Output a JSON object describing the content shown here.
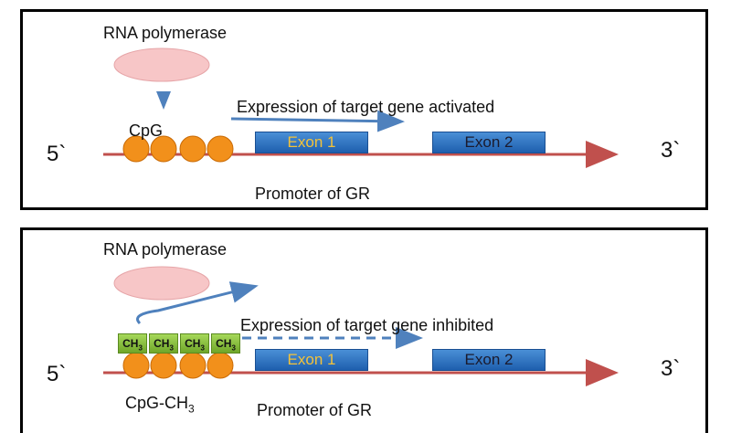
{
  "top_panel": {
    "rna_polymerase_label": "RNA polymerase",
    "cpg_label": "CpG",
    "expression_label": "Expression of target gene activated",
    "exon1_label": "Exon 1",
    "exon2_label": "Exon 2",
    "five_prime": "5`",
    "three_prime": "3`",
    "promoter_label": "Promoter of GR"
  },
  "bottom_panel": {
    "rna_polymerase_label": "RNA polymerase",
    "methyl_labels": [
      "CH",
      "CH",
      "CH",
      "CH"
    ],
    "methyl_subscript": "3",
    "expression_label": "Expression of target gene inhibited",
    "exon1_label": "Exon 1",
    "exon2_label": "Exon 2",
    "five_prime": "5`",
    "three_prime": "3`",
    "cpg_ch3_base": "CpG-CH",
    "cpg_ch3_sub": "3",
    "promoter_label": "Promoter of GR"
  },
  "colors": {
    "polymerase": "#f7c6c7",
    "cpg_ball": "#f2901b",
    "dna_line": "#c0504d",
    "arrow_blue": "#4f81bd",
    "exon_blue": "#2e6fc2",
    "methyl_green": "#8cc63f"
  }
}
